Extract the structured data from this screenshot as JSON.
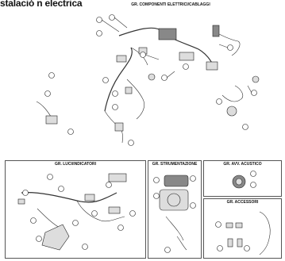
{
  "title": "stalació n electrica",
  "panels": {
    "componenti": {
      "label": "GR. COMPONENTI ELETTRICI/CABLAGGI"
    },
    "luci": {
      "label": "GR. LUCI/INDICATORI"
    },
    "strumentazione": {
      "label": "GR. STRUMENTAZIONE"
    },
    "acustico": {
      "label": "GR. AVV. ACUSTICO"
    },
    "accessori": {
      "label": "GR. ACCESSORI"
    }
  }
}
